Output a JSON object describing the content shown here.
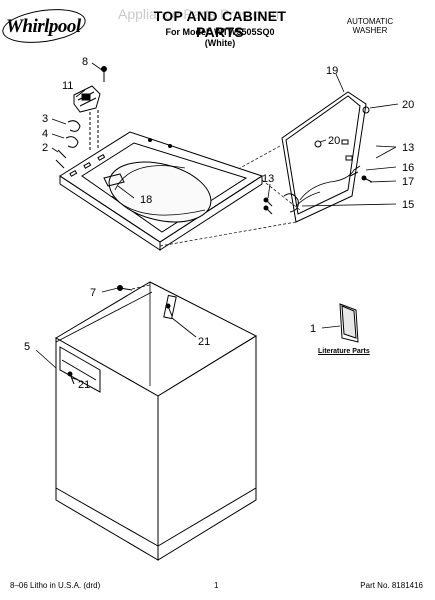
{
  "brand": {
    "name": "Whirlpool"
  },
  "header": {
    "watermark": "Appliance Parts Pros.com",
    "title": "TOP AND CABINET PARTS",
    "model_line": "For Model: WTW5505SQ0",
    "color_line": "(White)",
    "product_line1": "AUTOMATIC",
    "product_line2": "WASHER"
  },
  "callouts": {
    "c8": "8",
    "c11": "11",
    "c3": "3",
    "c4": "4",
    "c2": "2",
    "c18": "18",
    "c19": "19",
    "c20a": "20",
    "c20b": "20",
    "c13a": "13",
    "c13b": "13",
    "c16": "16",
    "c17": "17",
    "c15": "15",
    "c7": "7",
    "c21a": "21",
    "c5": "5",
    "c21b": "21",
    "c1": "1"
  },
  "literature": {
    "label": "Literature Parts"
  },
  "footer": {
    "left": "8–06 Litho in U.S.A. (drd)",
    "page": "1",
    "part_no": "Part No. 8181416"
  },
  "colors": {
    "line": "#000000",
    "background": "#ffffff"
  }
}
